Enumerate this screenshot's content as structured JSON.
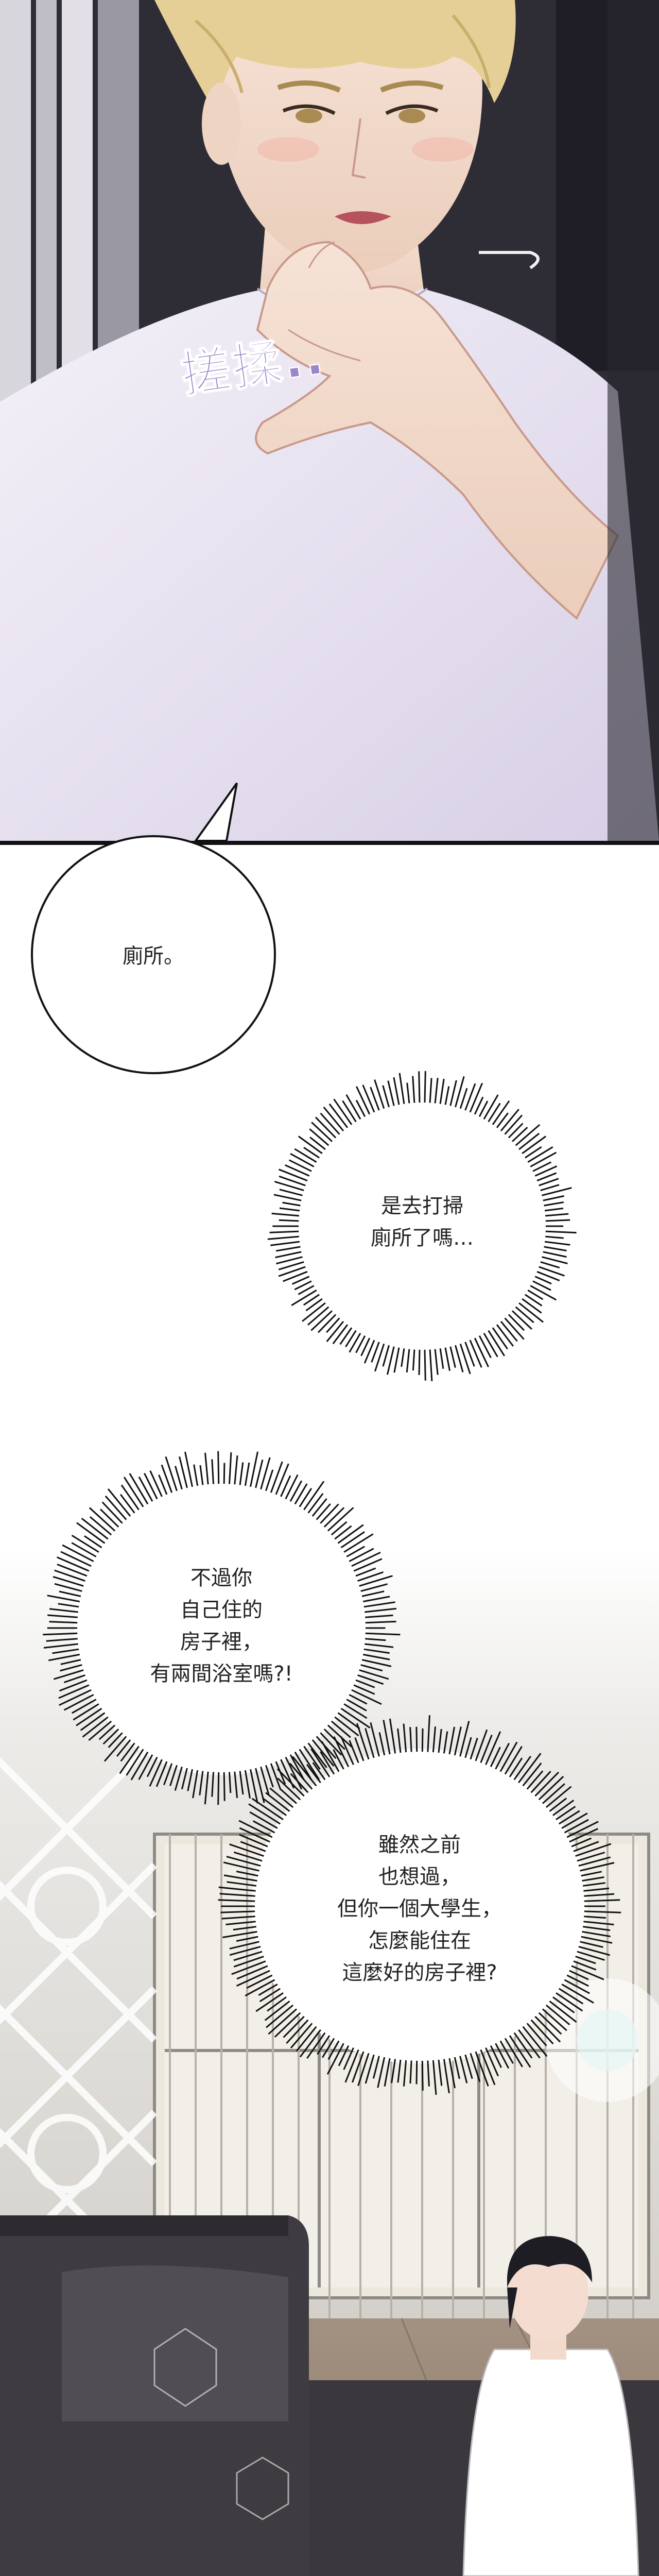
{
  "sfx": {
    "rub": "搓揉.."
  },
  "speech": {
    "line": "廁所。"
  },
  "thoughts": {
    "cleaning": [
      "是去打掃",
      "廁所了嗎…"
    ],
    "bathrooms": [
      "不過你",
      "自己住的",
      "房子裡，",
      "有兩間浴室嗎?!"
    ],
    "apartment": [
      "雖然之前",
      "也想過，",
      "但你一個大學生，",
      "怎麼能住在",
      "這麼好的房子裡?"
    ]
  },
  "colors": {
    "shirt": "#ffffff",
    "hair": "#e6cf96",
    "sfx_purple": "#9a86c9",
    "sofa": "#3e3c40",
    "room_bg": "#dfdcd6"
  }
}
